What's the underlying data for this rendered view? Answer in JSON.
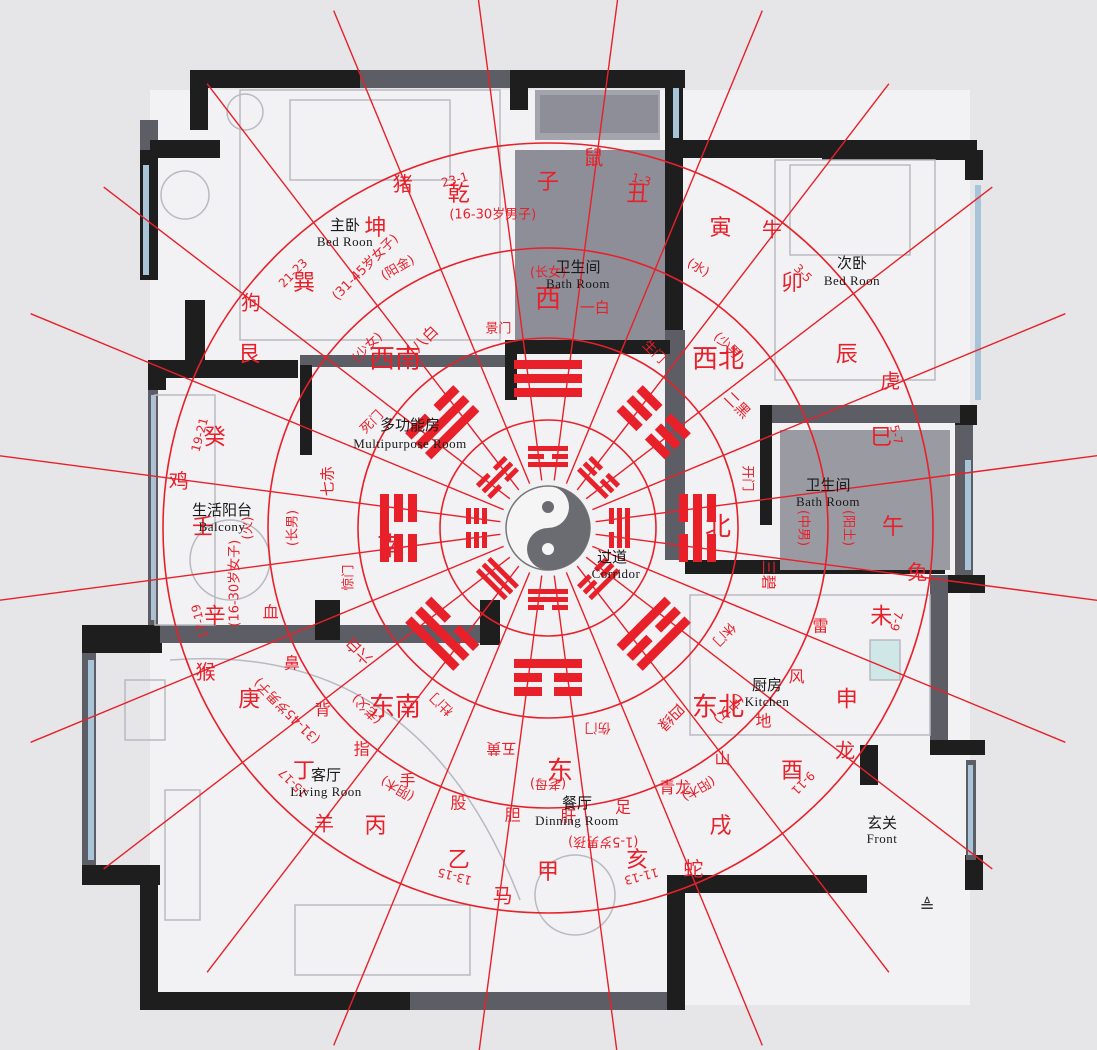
{
  "colors": {
    "wall": "#1e1e1e",
    "wall_accent": "#5d5d66",
    "floor": "#f2f2f4",
    "annotation": "#e8202a",
    "window": "#a8c4d8"
  },
  "rooms": [
    {
      "id": "master-bedroom",
      "cn": "主卧",
      "en": "Bed Roon"
    },
    {
      "id": "bathroom-top",
      "cn": "卫生间",
      "en": "Bath Room"
    },
    {
      "id": "second-bedroom",
      "cn": "次卧",
      "en": "Bed Roon"
    },
    {
      "id": "multipurpose-room",
      "cn": "多功能房",
      "en": "Multipurpose Room"
    },
    {
      "id": "balcony",
      "cn": "生活阳台",
      "en": "Balcony"
    },
    {
      "id": "bathroom-right",
      "cn": "卫生间",
      "en": "Bath Room"
    },
    {
      "id": "corridor",
      "cn": "过道",
      "en": "Corridor"
    },
    {
      "id": "kitchen",
      "cn": "厨房",
      "en": "Kitchen"
    },
    {
      "id": "living-room",
      "cn": "客厅",
      "en": "Living Roon"
    },
    {
      "id": "dining-room",
      "cn": "餐厅",
      "en": "Dinning Room"
    },
    {
      "id": "entrance",
      "cn": "玄关",
      "en": "Front"
    }
  ],
  "directions": [
    {
      "id": "south",
      "label": "南"
    },
    {
      "id": "north",
      "label": "北"
    },
    {
      "id": "east",
      "label": "东"
    },
    {
      "id": "west",
      "label": "西"
    },
    {
      "id": "southeast",
      "label": "东南"
    },
    {
      "id": "northeast",
      "label": "东北"
    },
    {
      "id": "southwest",
      "label": "西南"
    },
    {
      "id": "northwest",
      "label": "西北"
    }
  ],
  "annotations": {
    "stars": [
      "一白",
      "二黑",
      "三碧",
      "四绿",
      "五黄",
      "六白",
      "七赤",
      "八白",
      "九紫"
    ],
    "gates": [
      "景门",
      "生门",
      "开门",
      "休门",
      "伤门",
      "杜门",
      "惊门",
      "死门"
    ],
    "persons": [
      "(长女)",
      "(少男)",
      "(中男)",
      "(中女)",
      "(老母)",
      "(老父)",
      "(长男)",
      "(少女)"
    ],
    "ages": [
      "(1-5岁男孩)",
      "(31-45岁男子)",
      "(16-30岁女子)",
      "(31-45岁女子)",
      "(16-30岁男子)"
    ],
    "ranges": [
      "1-3",
      "3-5",
      "5-7",
      "7-9",
      "9-11",
      "11-13",
      "13-15",
      "15-17",
      "17-19",
      "19-21",
      "21-23",
      "23-1"
    ],
    "mountains": [
      "子",
      "丑",
      "寅",
      "卯",
      "辰",
      "巳",
      "午",
      "未",
      "申",
      "酉",
      "戌",
      "亥",
      "甲",
      "乙",
      "丙",
      "丁",
      "庚",
      "辛",
      "壬",
      "癸",
      "艮",
      "巽",
      "坤",
      "乾"
    ],
    "animals": [
      "鼠",
      "牛",
      "虎",
      "兔",
      "龙",
      "蛇",
      "马",
      "羊",
      "猴",
      "鸡",
      "狗",
      "猪"
    ],
    "elements": [
      "(阳木)",
      "(阴木)",
      "(火)",
      "(阳金)",
      "(水)",
      "(阳土)"
    ],
    "misc": [
      "雷",
      "风",
      "地",
      "山",
      "青龙",
      "足",
      "肝",
      "胆",
      "股",
      "手",
      "指",
      "背",
      "鼻",
      "血"
    ]
  },
  "center_symbol": "taiji",
  "north_arrow": "≜"
}
